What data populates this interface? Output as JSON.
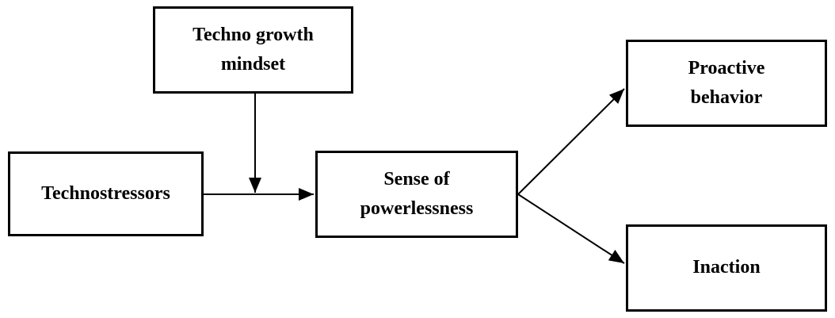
{
  "diagram": {
    "type": "path-model",
    "colors": {
      "background": "#ffffff",
      "border": "#000000",
      "text": "#000000",
      "arrow": "#000000"
    },
    "nodes": [
      {
        "id": "techno-growth-mindset",
        "label": "Techno growth\nmindset"
      },
      {
        "id": "technostressors",
        "label": "Technostressors"
      },
      {
        "id": "sense-of-powerlessness",
        "label": "Sense of\npowerlessness"
      },
      {
        "id": "proactive-behavior",
        "label": "Proactive\nbehavior"
      },
      {
        "id": "inaction",
        "label": "Inaction"
      }
    ],
    "edges": [
      {
        "from": "technostressors",
        "to": "sense-of-powerlessness",
        "kind": "direct"
      },
      {
        "from": "techno-growth-mindset",
        "to": "technostressors->sense-of-powerlessness",
        "kind": "moderation"
      },
      {
        "from": "sense-of-powerlessness",
        "to": "proactive-behavior",
        "kind": "direct"
      },
      {
        "from": "sense-of-powerlessness",
        "to": "inaction",
        "kind": "direct"
      }
    ]
  }
}
